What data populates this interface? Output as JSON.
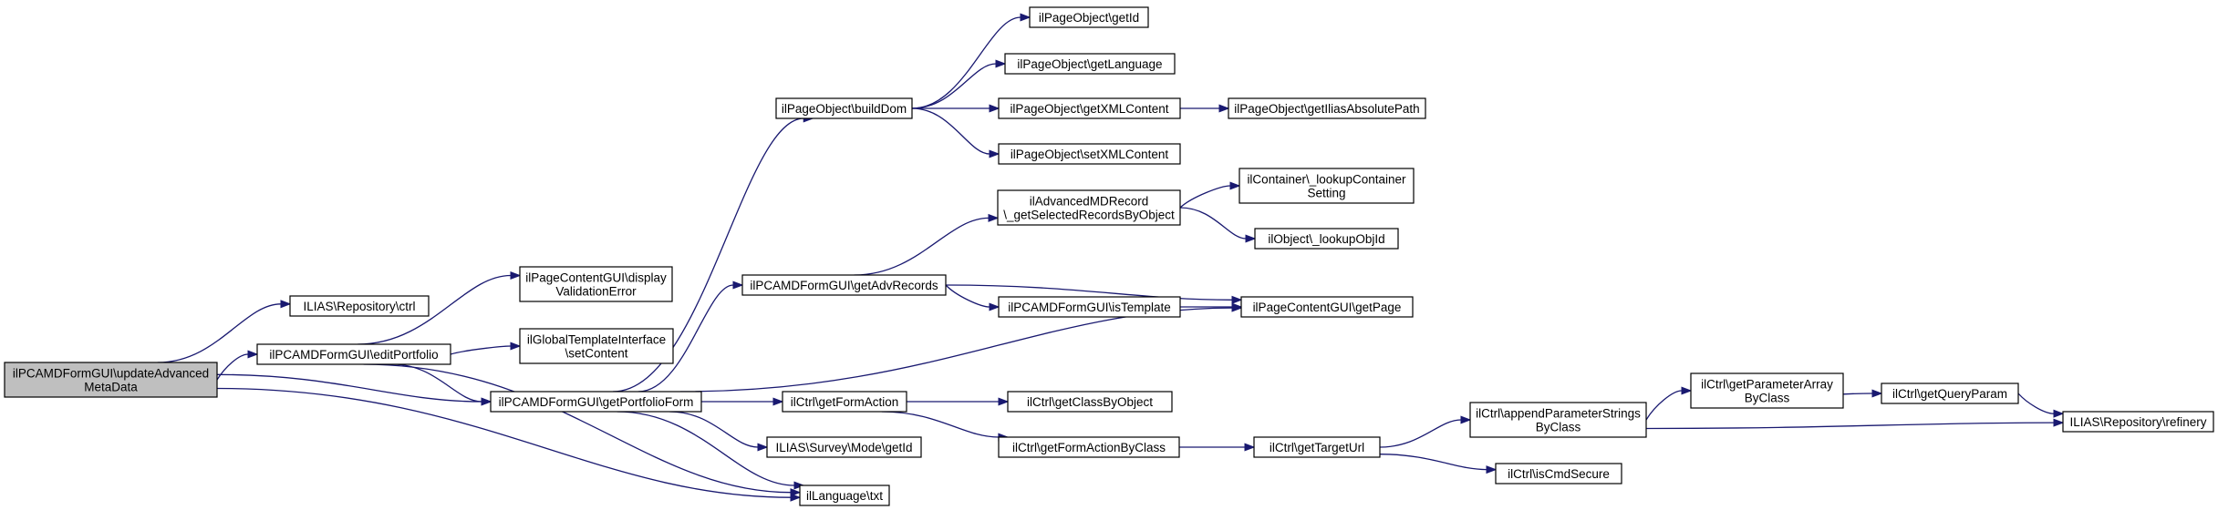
{
  "colors": {
    "edge": "#191970",
    "root_fill": "#bfbfbf",
    "node_fill": "#ffffff",
    "node_border": "#000000"
  },
  "nodes": [
    {
      "id": "root",
      "lines": [
        "ilPCAMDFormGUI\\updateAdvanced",
        "MetaData"
      ],
      "root": true
    },
    {
      "id": "repo_ctrl",
      "lines": [
        "ILIAS\\Repository\\ctrl"
      ]
    },
    {
      "id": "editPortfolio",
      "lines": [
        "ilPCAMDFormGUI\\editPortfolio"
      ]
    },
    {
      "id": "getPortfolioForm",
      "lines": [
        "ilPCAMDFormGUI\\getPortfolioForm"
      ]
    },
    {
      "id": "displayValidationError",
      "lines": [
        "ilPageContentGUI\\display",
        "ValidationError"
      ]
    },
    {
      "id": "setContent",
      "lines": [
        "ilGlobalTemplateInterface",
        "\\setContent"
      ]
    },
    {
      "id": "buildDom",
      "lines": [
        "ilPageObject\\buildDom"
      ]
    },
    {
      "id": "getAdvRecords",
      "lines": [
        "ilPCAMDFormGUI\\getAdvRecords"
      ]
    },
    {
      "id": "getFormAction",
      "lines": [
        "ilCtrl\\getFormAction"
      ]
    },
    {
      "id": "surveyMode",
      "lines": [
        "ILIAS\\Survey\\Mode\\getId"
      ]
    },
    {
      "id": "langTxt",
      "lines": [
        "ilLanguage\\txt"
      ]
    },
    {
      "id": "pageGetId",
      "lines": [
        "ilPageObject\\getId"
      ]
    },
    {
      "id": "getLanguage",
      "lines": [
        "ilPageObject\\getLanguage"
      ]
    },
    {
      "id": "getXMLContent",
      "lines": [
        "ilPageObject\\getXMLContent"
      ]
    },
    {
      "id": "setXMLContent",
      "lines": [
        "ilPageObject\\setXMLContent"
      ]
    },
    {
      "id": "getIliasAbsolutePath",
      "lines": [
        "ilPageObject\\getIliasAbsolutePath"
      ]
    },
    {
      "id": "advMD",
      "lines": [
        "ilAdvancedMDRecord",
        "\\_getSelectedRecordsByObject"
      ]
    },
    {
      "id": "lookupContainer",
      "lines": [
        "ilContainer\\_lookupContainer",
        "Setting"
      ]
    },
    {
      "id": "lookupObjId",
      "lines": [
        "ilObject\\_lookupObjId"
      ]
    },
    {
      "id": "isTemplate",
      "lines": [
        "ilPCAMDFormGUI\\isTemplate"
      ]
    },
    {
      "id": "getPage",
      "lines": [
        "ilPageContentGUI\\getPage"
      ]
    },
    {
      "id": "getClassByObject",
      "lines": [
        "ilCtrl\\getClassByObject"
      ]
    },
    {
      "id": "getFormActionByClass",
      "lines": [
        "ilCtrl\\getFormActionByClass"
      ]
    },
    {
      "id": "getTargetUrl",
      "lines": [
        "ilCtrl\\getTargetUrl"
      ]
    },
    {
      "id": "appendParam",
      "lines": [
        "ilCtrl\\appendParameterStrings",
        "ByClass"
      ]
    },
    {
      "id": "isCmdSecure",
      "lines": [
        "ilCtrl\\isCmdSecure"
      ]
    },
    {
      "id": "getParamArray",
      "lines": [
        "ilCtrl\\getParameterArray",
        "ByClass"
      ]
    },
    {
      "id": "getQueryParam",
      "lines": [
        "ilCtrl\\getQueryParam"
      ]
    },
    {
      "id": "refinery",
      "lines": [
        "ILIAS\\Repository\\refinery"
      ]
    }
  ],
  "edges": [
    [
      "root",
      "repo_ctrl"
    ],
    [
      "root",
      "editPortfolio"
    ],
    [
      "root",
      "getPortfolioForm"
    ],
    [
      "root",
      "langTxt"
    ],
    [
      "editPortfolio",
      "displayValidationError"
    ],
    [
      "editPortfolio",
      "setContent"
    ],
    [
      "editPortfolio",
      "getPortfolioForm"
    ],
    [
      "editPortfolio",
      "langTxt"
    ],
    [
      "getPortfolioForm",
      "buildDom"
    ],
    [
      "getPortfolioForm",
      "getAdvRecords"
    ],
    [
      "getPortfolioForm",
      "getPage"
    ],
    [
      "getPortfolioForm",
      "getFormAction"
    ],
    [
      "getPortfolioForm",
      "surveyMode"
    ],
    [
      "getPortfolioForm",
      "langTxt"
    ],
    [
      "buildDom",
      "pageGetId"
    ],
    [
      "buildDom",
      "getLanguage"
    ],
    [
      "buildDom",
      "getXMLContent"
    ],
    [
      "buildDom",
      "setXMLContent"
    ],
    [
      "getXMLContent",
      "getIliasAbsolutePath"
    ],
    [
      "getAdvRecords",
      "advMD"
    ],
    [
      "getAdvRecords",
      "getPage"
    ],
    [
      "getAdvRecords",
      "isTemplate"
    ],
    [
      "advMD",
      "lookupContainer"
    ],
    [
      "advMD",
      "lookupObjId"
    ],
    [
      "isTemplate",
      "getPage"
    ],
    [
      "getFormAction",
      "getClassByObject"
    ],
    [
      "getFormAction",
      "getFormActionByClass"
    ],
    [
      "getFormActionByClass",
      "getTargetUrl"
    ],
    [
      "getTargetUrl",
      "appendParam"
    ],
    [
      "getTargetUrl",
      "isCmdSecure"
    ],
    [
      "appendParam",
      "getParamArray"
    ],
    [
      "appendParam",
      "refinery"
    ],
    [
      "getParamArray",
      "getQueryParam"
    ],
    [
      "getQueryParam",
      "refinery"
    ]
  ]
}
